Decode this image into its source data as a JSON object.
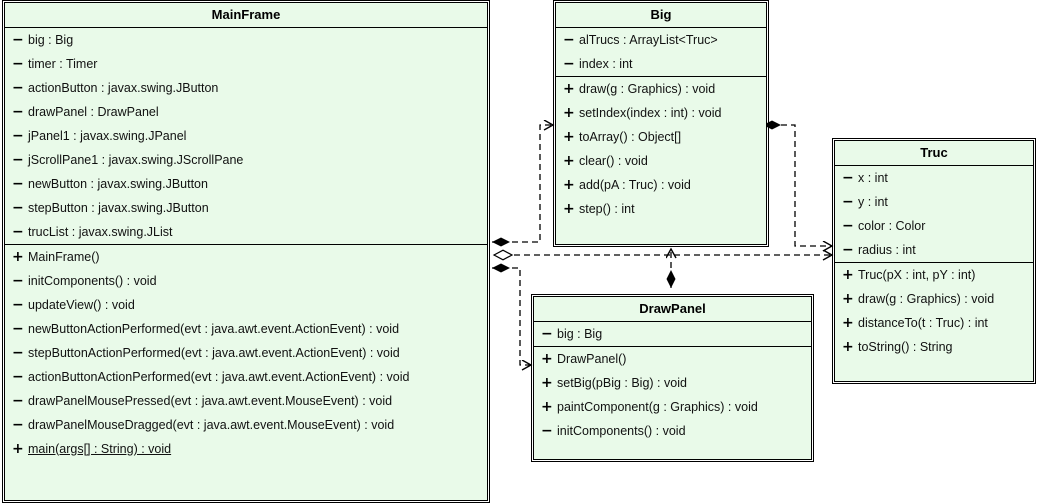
{
  "diagram": {
    "type": "uml-class-diagram",
    "background_color": "#ffffff",
    "class_fill_color": "#e9fae9",
    "line_color": "#000000"
  },
  "classes": {
    "mainframe": {
      "name": "MainFrame",
      "attributes": [
        {
          "vis": "−",
          "text": "big : Big"
        },
        {
          "vis": "−",
          "text": "timer : Timer"
        },
        {
          "vis": "−",
          "text": "actionButton : javax.swing.JButton"
        },
        {
          "vis": "−",
          "text": "drawPanel : DrawPanel"
        },
        {
          "vis": "−",
          "text": "jPanel1 : javax.swing.JPanel"
        },
        {
          "vis": "−",
          "text": "jScrollPane1 : javax.swing.JScrollPane"
        },
        {
          "vis": "−",
          "text": "newButton : javax.swing.JButton"
        },
        {
          "vis": "−",
          "text": "stepButton : javax.swing.JButton"
        },
        {
          "vis": "−",
          "text": "trucList : javax.swing.JList"
        }
      ],
      "methods": [
        {
          "vis": "+",
          "text": "MainFrame()",
          "static": false
        },
        {
          "vis": "−",
          "text": "initComponents() : void",
          "static": false
        },
        {
          "vis": "−",
          "text": "updateView() : void",
          "static": false
        },
        {
          "vis": "−",
          "text": "newButtonActionPerformed(evt : java.awt.event.ActionEvent) : void",
          "static": false
        },
        {
          "vis": "−",
          "text": "stepButtonActionPerformed(evt : java.awt.event.ActionEvent) : void",
          "static": false
        },
        {
          "vis": "−",
          "text": "actionButtonActionPerformed(evt : java.awt.event.ActionEvent) : void",
          "static": false
        },
        {
          "vis": "−",
          "text": "drawPanelMousePressed(evt : java.awt.event.MouseEvent) : void",
          "static": false
        },
        {
          "vis": "−",
          "text": "drawPanelMouseDragged(evt : java.awt.event.MouseEvent) : void",
          "static": false
        },
        {
          "vis": "+",
          "text": "main(args[] : String) : void",
          "static": true
        }
      ]
    },
    "big": {
      "name": "Big",
      "attributes": [
        {
          "vis": "−",
          "text": "alTrucs : ArrayList<Truc>"
        },
        {
          "vis": "−",
          "text": "index : int"
        }
      ],
      "methods": [
        {
          "vis": "+",
          "text": "draw(g : Graphics) : void",
          "static": false
        },
        {
          "vis": "+",
          "text": "setIndex(index : int) : void",
          "static": false
        },
        {
          "vis": "+",
          "text": "toArray() : Object[]",
          "static": false
        },
        {
          "vis": "+",
          "text": "clear() : void",
          "static": false
        },
        {
          "vis": "+",
          "text": "add(pA : Truc) : void",
          "static": false
        },
        {
          "vis": "+",
          "text": "step() : int",
          "static": false
        }
      ]
    },
    "truc": {
      "name": "Truc",
      "attributes": [
        {
          "vis": "−",
          "text": "x : int"
        },
        {
          "vis": "−",
          "text": "y : int"
        },
        {
          "vis": "−",
          "text": "color : Color"
        },
        {
          "vis": "−",
          "text": "radius : int"
        }
      ],
      "methods": [
        {
          "vis": "+",
          "text": "Truc(pX : int, pY : int)",
          "static": false
        },
        {
          "vis": "+",
          "text": "draw(g : Graphics) : void",
          "static": false
        },
        {
          "vis": "+",
          "text": "distanceTo(t : Truc) : int",
          "static": false
        },
        {
          "vis": "+",
          "text": "toString() : String",
          "static": false
        }
      ]
    },
    "drawpanel": {
      "name": "DrawPanel",
      "attributes": [
        {
          "vis": "−",
          "text": "big : Big"
        }
      ],
      "methods": [
        {
          "vis": "+",
          "text": "DrawPanel()",
          "static": false
        },
        {
          "vis": "+",
          "text": "setBig(pBig : Big) : void",
          "static": false
        },
        {
          "vis": "+",
          "text": "paintComponent(g : Graphics) : void",
          "static": false
        },
        {
          "vis": "−",
          "text": "initComponents() : void",
          "static": false
        }
      ]
    }
  },
  "relations": [
    {
      "name": "mainframe-to-big-composition",
      "from": "MainFrame",
      "to": "Big",
      "kind": "composition-dashed-arrow"
    },
    {
      "name": "mainframe-to-truc-aggregation",
      "from": "MainFrame",
      "to": "Truc",
      "kind": "aggregation-dashed-arrow"
    },
    {
      "name": "mainframe-to-drawpanel-composition",
      "from": "MainFrame",
      "to": "DrawPanel",
      "kind": "composition-dashed-arrow"
    },
    {
      "name": "big-to-truc-composition",
      "from": "Big",
      "to": "Truc",
      "kind": "composition-dashed-arrow"
    },
    {
      "name": "drawpanel-to-big-composition",
      "from": "DrawPanel",
      "to": "Big",
      "kind": "composition-dashed-arrow"
    }
  ]
}
